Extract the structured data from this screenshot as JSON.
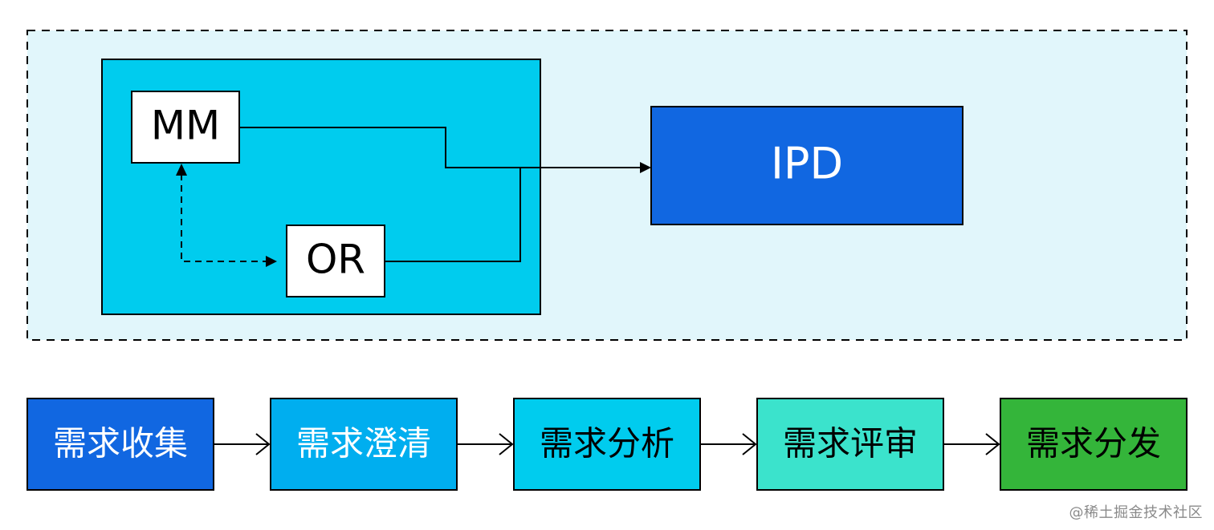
{
  "diagram": {
    "nodes": {
      "mm": {
        "label": "MM"
      },
      "or": {
        "label": "OR"
      },
      "ipd": {
        "label": "IPD"
      }
    },
    "process": [
      {
        "label": "需求收集",
        "color": "#1167E1",
        "text_color": "#FFFFFF"
      },
      {
        "label": "需求澄清",
        "color": "#00AEEF",
        "text_color": "#FFFFFF"
      },
      {
        "label": "需求分析",
        "color": "#00CCEE",
        "text_color": "#000000"
      },
      {
        "label": "需求评审",
        "color": "#3BE3CC",
        "text_color": "#000000"
      },
      {
        "label": "需求分发",
        "color": "#34B53A",
        "text_color": "#000000"
      }
    ],
    "colors": {
      "outer_dashed_bg": "#E1F6FB",
      "inner_group_bg": "#00CCEE",
      "ipd_bg": "#1167E1",
      "stroke": "#000000"
    }
  },
  "watermark": "@稀土掘金技术社区"
}
